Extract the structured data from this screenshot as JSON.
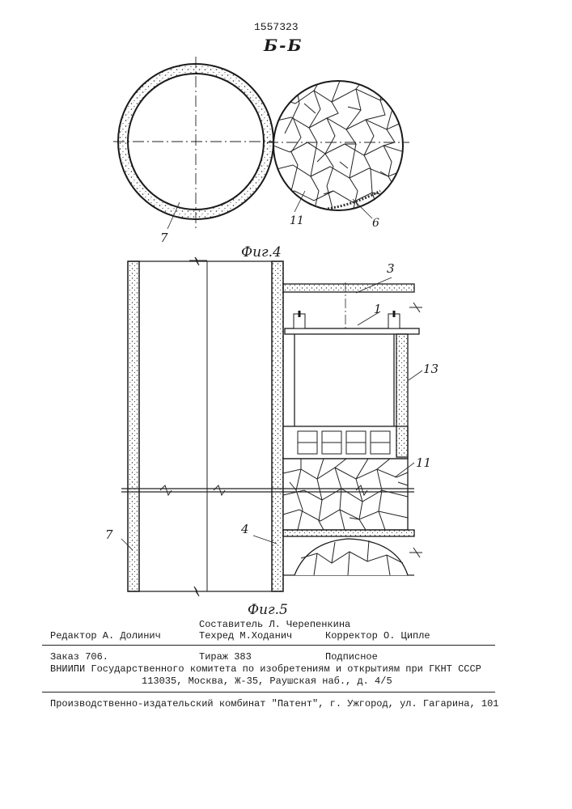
{
  "patent_number": "1557323",
  "section_label": "Б-Б",
  "fig4": {
    "caption": "Фиг.4",
    "callouts": [
      "7",
      "11",
      "6"
    ]
  },
  "fig5": {
    "caption": "Фиг.5",
    "callouts": [
      "3",
      "1",
      "13",
      "11",
      "7",
      "4"
    ]
  },
  "colophon": {
    "compiler": "Составитель Л. Черепенкина",
    "editor": "Редактор А. Долинич",
    "techred": "Техред М.Ходанич",
    "corrector": "Корректор О. Ципле",
    "order": "Заказ 706.",
    "circulation": "Тираж 383",
    "subscription": "Подписное",
    "institute": "ВНИИПИ Государственного комитета по изобретениям и открытиям при ГКНТ СССР",
    "address": "113035, Москва, Ж-35, Раушская наб., д. 4/5",
    "printer": "Производственно-издательский комбинат \"Патент\", г. Ужгород, ул. Гагарина, 101"
  }
}
